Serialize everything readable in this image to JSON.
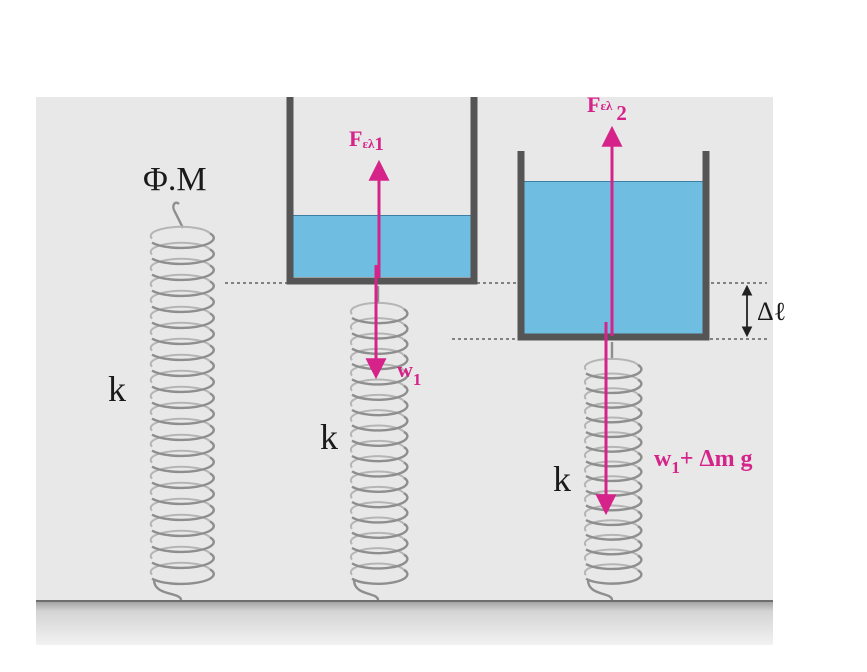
{
  "labels": {
    "phm": "Φ.Μ",
    "k1": "k",
    "k2": "k",
    "k3": "k",
    "f_el1_main": "F",
    "f_el1_sub": "ελ",
    "f_el1_idx": "1",
    "f_el2_main": "F",
    "f_el2_sub": "ελ",
    "f_el2_idx": "2",
    "w1_main": "w",
    "w1_idx": "1",
    "w1dm_w": "w",
    "w1dm_idx": "1",
    "w1dm_rest": "+ Δm g",
    "delta_l": "Δℓ"
  },
  "colors": {
    "force": "#d6238a",
    "water": "#6fbde0",
    "container": "#555555",
    "spring": "#8e8e8e",
    "background": "#e8e8e8",
    "ground": "#7a7a7a"
  }
}
